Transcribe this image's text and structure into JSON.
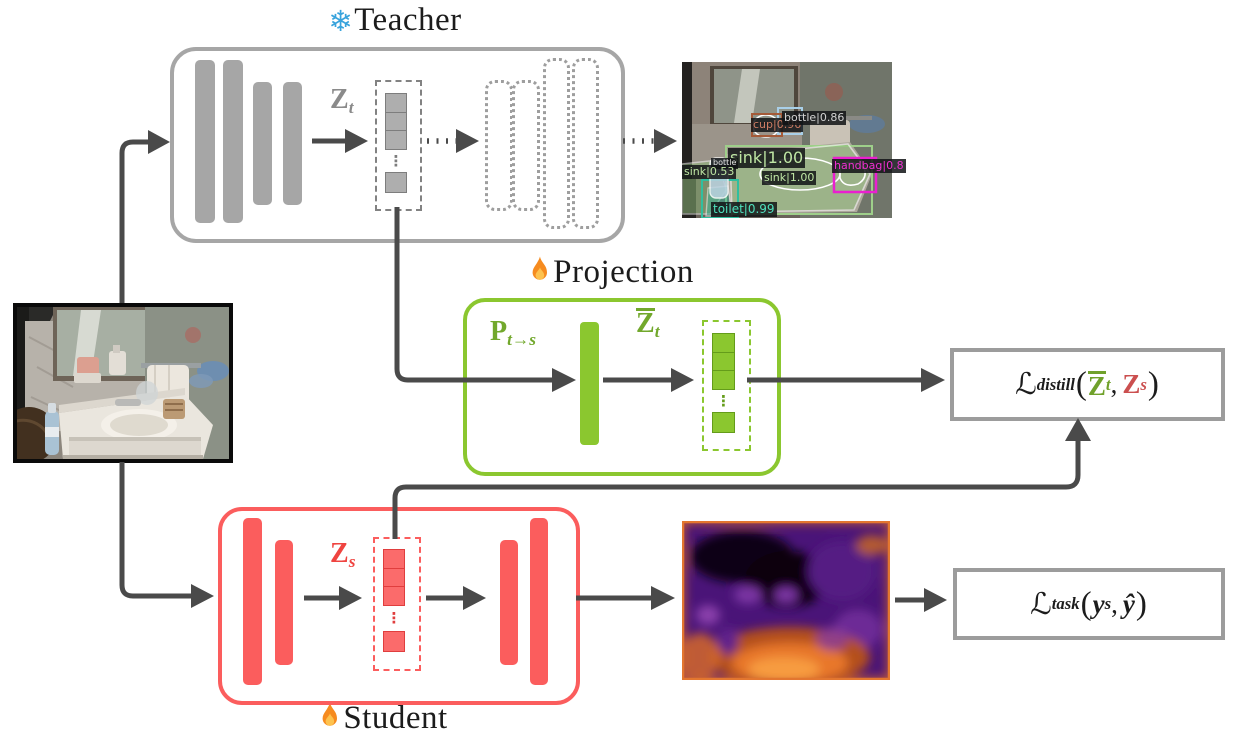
{
  "teacher": {
    "title": "Teacher",
    "latent": {
      "symbol": "Z",
      "subscript": "t"
    }
  },
  "projection": {
    "title": "Projection",
    "matrix": {
      "symbol": "P",
      "subscript": "t→s"
    },
    "latent": {
      "symbol": "Z",
      "subscript": "t"
    }
  },
  "student": {
    "title": "Student",
    "latent": {
      "symbol": "Z",
      "subscript": "s"
    }
  },
  "distill_loss": {
    "script_l": "ℒ",
    "subscript": "distill",
    "open_paren": "(",
    "arg1_symbol": "Z",
    "arg1_subscript": "t",
    "separator": ",",
    "arg2_symbol": "Z",
    "arg2_subscript": "s",
    "close_paren": ")"
  },
  "task_loss": {
    "script_l": "ℒ",
    "subscript": "task",
    "open_paren": "(",
    "arg1_symbol": "y",
    "arg1_subscript": "s",
    "separator": ",",
    "arg2_symbol": "ŷ",
    "close_paren": ")"
  },
  "icons": {
    "snowflake": "❄",
    "vdots": "⋮"
  },
  "detection_labels": [
    {
      "text": "cup|0.96",
      "color": "#cf7d63"
    },
    {
      "text": "bottle|0.86",
      "color": "#d2d2d2"
    },
    {
      "text": "sink|1.00",
      "color": "#bfe6a4"
    },
    {
      "text": "bottle",
      "color": "#e0e0e0"
    },
    {
      "text": "sink|0.53",
      "color": "#bfe6a4"
    },
    {
      "text": "sink|1.00",
      "color": "#bfe6a4"
    },
    {
      "text": "handbag|0.8",
      "color": "#f02fd2"
    },
    {
      "text": "toilet|0.99",
      "color": "#4fe0bd"
    }
  ],
  "colors": {
    "teacher_gray": "#a6a6a6",
    "teacher_text_gray": "#8a8a8a",
    "student_red": "#fb5d5d",
    "student_text_red": "#ef4440",
    "projection_green": "#8bc72f",
    "projection_text_green": "#72a82c",
    "arrow_gray": "#4a4a4a",
    "distill_arg_green": "#70a12b",
    "distill_arg_red": "#cb4f4f",
    "snowflake_blue": "#38a3dc"
  }
}
